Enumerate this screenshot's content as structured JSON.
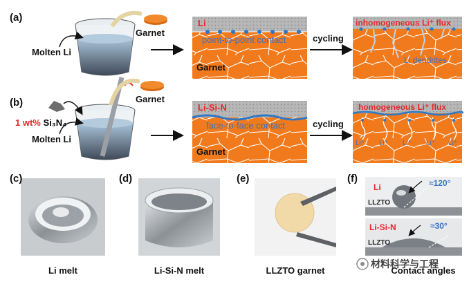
{
  "panel_a": {
    "label": "(a)",
    "molten_li": "Molten Li",
    "garnet_disc": "Garnet",
    "layer_top": "Li",
    "contact": "point-to-point contact",
    "substrate": "Garnet",
    "arrow_label": "cycling",
    "flux": "inhomogeneous Li⁺ flux",
    "dendrites": "Li dendrites"
  },
  "panel_b": {
    "label": "(b)",
    "additive_amount": "1 wt%",
    "additive": "Si₃N₄",
    "molten_li": "Molten Li",
    "garnet_disc": "Garnet",
    "layer_top": "Li-Si-N",
    "contact": "face-to-face contact",
    "substrate": "Garnet",
    "arrow_label": "cycling",
    "flux": "homogeneous Li⁺ flux",
    "ion": "Li⁺"
  },
  "photos": {
    "c": {
      "label": "(c)",
      "caption": "Li melt"
    },
    "d": {
      "label": "(d)",
      "caption": "Li-Si-N melt"
    },
    "e": {
      "label": "(e)",
      "caption": "LLZTO garnet"
    },
    "f": {
      "label": "(f)",
      "caption": "Contact angles",
      "top_material": "Li",
      "top_angle": "≈120°",
      "top_substrate": "LLZTO",
      "bottom_material": "Li-Si-N",
      "bottom_angle": "≈30°",
      "bottom_substrate": "LLZTO"
    }
  },
  "watermark": "材料科学与工程",
  "colors": {
    "garnet": "#f07a1c",
    "li_layer": "#b8b8b8",
    "accent_red": "#e8262c",
    "accent_blue": "#3a72c8"
  }
}
